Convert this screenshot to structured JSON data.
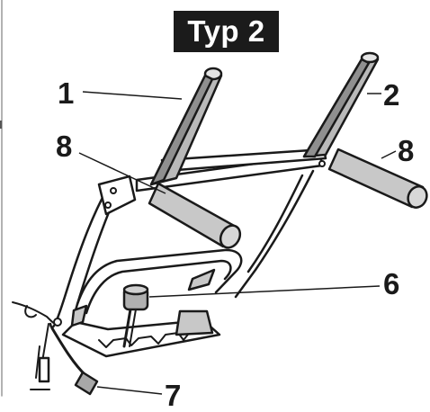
{
  "title": "Typ 2",
  "callouts": {
    "c1": "1",
    "c2": "2",
    "c8_left": "8",
    "c8_right": "8",
    "c6": "6",
    "c7": "7"
  },
  "colors": {
    "badge_bg": "#1b1b1b",
    "badge_text": "#ffffff",
    "line": "#1a1a1a",
    "part_fill": "#c8c8c8",
    "part_dark": "#8f8f8f",
    "background": "#ffffff"
  }
}
